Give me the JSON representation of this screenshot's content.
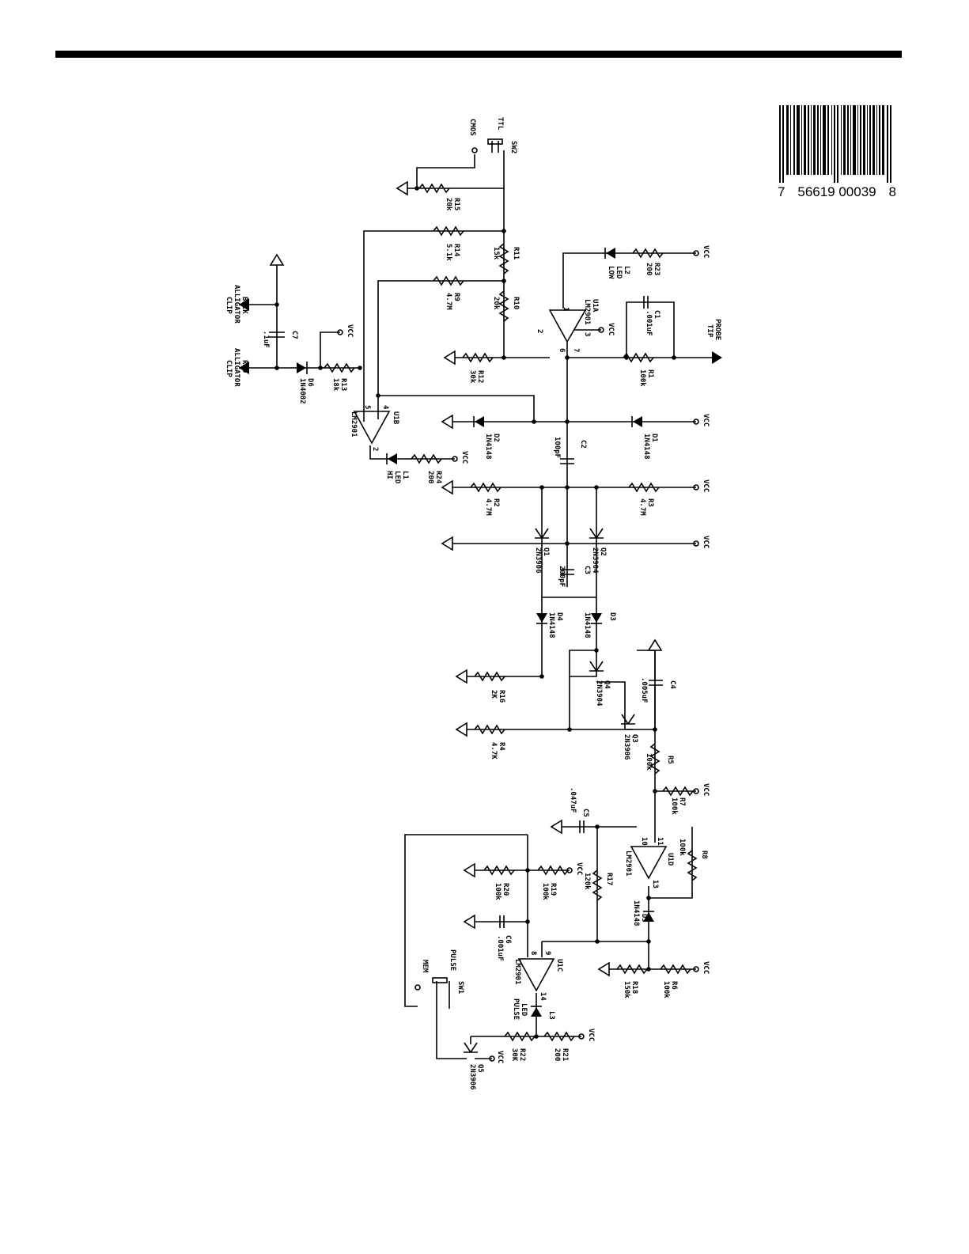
{
  "barcode": {
    "left_digit": "7",
    "middle_digits": "56619 00039",
    "right_digit": "8"
  },
  "labels": {
    "cmos": "CMOS",
    "ttl": "TTL",
    "sw2": "SW2",
    "r15": "R15",
    "r15v": "20k",
    "r14": "R14",
    "r14v": "5.1k",
    "r11": "R11",
    "r11v": "15k",
    "r9": "R9",
    "r9v": "4.7M",
    "r10": "R10",
    "r10v": "20k",
    "r12": "R12",
    "r12v": "30k",
    "r13": "R13",
    "r13v": "18k",
    "r23": "R23",
    "r23v": "200",
    "l2": "L2",
    "l2a": "LED",
    "l2b": "LOW",
    "u1a": "U1A",
    "u1a_p": "LM2901",
    "c1": "C1",
    "c1v": ".001uF",
    "probe1": "PROBE",
    "probe2": "TIP",
    "r1": "R1",
    "r1v": "100k",
    "blck1": "BLCK",
    "blck2": "ALLIGATOR",
    "blck3": "CLIP",
    "red1": "RED",
    "red2": "ALLIGATOR",
    "red3": "CLIP",
    "c7": "C7",
    "c7v": ".1uF",
    "d6": "D6",
    "d6v": "1N4002",
    "u1b": "U1B",
    "u1b_p": "LM2901",
    "l1": "L1",
    "l1a": "LED",
    "l1b": "HI",
    "r24": "R24",
    "r24v": "200",
    "d2": "D2",
    "d2v": "1N4148",
    "c2": "C2",
    "c2v": "100pF",
    "d1": "D1",
    "d1v": "1N4148",
    "r2": "R2",
    "r2v": "4.7M",
    "r3": "R3",
    "r3v": "4.7M",
    "q1": "Q1",
    "q1v": "2N3906",
    "c3": "C3",
    "c3v": "200pF",
    "q2": "Q2",
    "q2v": "2N3904",
    "d4": "D4",
    "d4v": "1N4148",
    "d3": "D3",
    "d3v": "1N4148",
    "q4": "Q4",
    "q4v": "2N3904",
    "c4": "C4",
    "c4v": ".005uF",
    "r16": "R16",
    "r16v": "2K",
    "q3": "Q3",
    "q3v": "2N3906",
    "r4": "R4",
    "r4v": "4.7K",
    "r5": "R5",
    "r5v": "100k",
    "r7": "R7",
    "r7v": "100k",
    "c5": "C5",
    "c5v": ".047uF",
    "u1d": "U1D",
    "u1d_p": "LM2901",
    "r8": "R8",
    "r8v": "100k",
    "r17": "R17",
    "r17v": "120k",
    "r19": "R19",
    "r19v": "100k",
    "r20": "R20",
    "r20v": "100k",
    "d5": "D5",
    "d5v": "1N4148",
    "c6": "C6",
    "c6v": ".001uF",
    "u1c": "U1C",
    "u1c_p": "LM2901",
    "r18": "R18",
    "r18v": "150k",
    "r6": "R6",
    "r6v": "100k",
    "mem": "MEM",
    "pulse": "PULSE",
    "sw1": "SW1",
    "l3": "L3",
    "l3a": "LED",
    "l3b": "PULSE",
    "r22": "R22",
    "r22v": "30K",
    "r21": "R21",
    "r21v": "200",
    "q5": "Q5",
    "q5v": "2N3906",
    "vcc": "VCC",
    "p1": "1",
    "p2": "2",
    "p3": "3",
    "p4": "4",
    "p5": "5",
    "p6": "6",
    "p7": "7",
    "p8": "8",
    "p9": "9",
    "p10": "10",
    "p11": "11",
    "p13": "13",
    "p14": "14"
  }
}
